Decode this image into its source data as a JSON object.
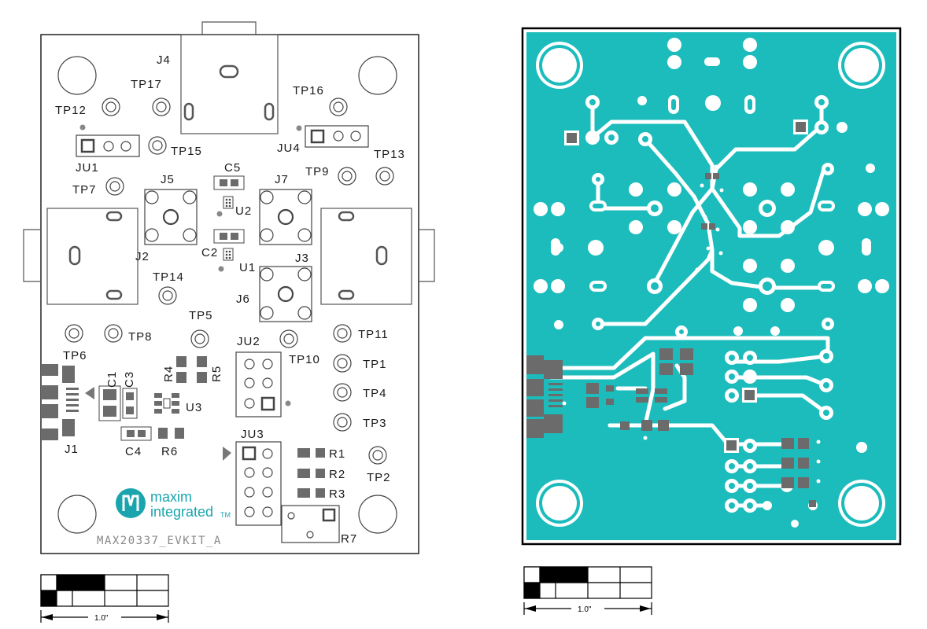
{
  "left_board": {
    "board_id": "MAX20337_EVKIT_A",
    "logo": {
      "line1": "maxim",
      "line2": "integrated",
      "tm": "TM"
    },
    "labels": {
      "J4": "J4",
      "TP17": "TP17",
      "TP16": "TP16",
      "TP12": "TP12",
      "TP15": "TP15",
      "JU1": "JU1",
      "JU4": "JU4",
      "TP13": "TP13",
      "TP9": "TP9",
      "TP7": "TP7",
      "J5": "J5",
      "C5": "C5",
      "J7": "J7",
      "U2": "U2",
      "J2": "J2",
      "C2": "C2",
      "J3": "J3",
      "U1": "U1",
      "TP14": "TP14",
      "J6": "J6",
      "TP5": "TP5",
      "TP6": "TP6",
      "TP8": "TP8",
      "TP11": "TP11",
      "JU2": "JU2",
      "TP10": "TP10",
      "TP1": "TP1",
      "R4": "R4",
      "R5": "R5",
      "C1": "C1",
      "C3": "C3",
      "U3": "U3",
      "TP4": "TP4",
      "TP3": "TP3",
      "J1": "J1",
      "C4": "C4",
      "R6": "R6",
      "JU3": "JU3",
      "R1": "R1",
      "TP2": "TP2",
      "R2": "R2",
      "R3": "R3",
      "R7": "R7"
    }
  },
  "scale_bar_left": {
    "label": "1.0\""
  },
  "scale_bar_right": {
    "label": "1.0\""
  },
  "colors": {
    "copper": "#1cbcbc",
    "trace_white": "#ffffff",
    "pad_gray": "#6b6b6b",
    "silkscreen": "#1a1a1a",
    "logo": "#1aa5ae"
  }
}
